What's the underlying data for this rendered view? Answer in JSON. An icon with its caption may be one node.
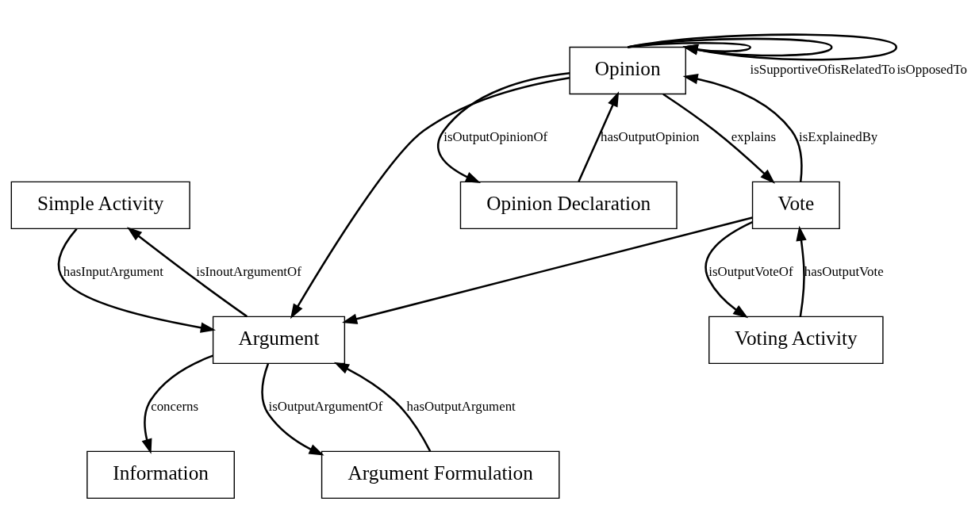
{
  "diagram": {
    "nodes": [
      {
        "text": [
          "Simple Activity"
        ]
      },
      {
        "text": [
          "Opinion"
        ]
      },
      {
        "text": [
          "Information"
        ]
      },
      {
        "text": [
          "Argument"
        ]
      },
      {
        "text": [
          "Opinion Declaration"
        ]
      },
      {
        "text": [
          "Vote"
        ]
      },
      {
        "text": [
          "Argument Formulation"
        ]
      },
      {
        "text": [
          "Voting Activity"
        ]
      }
    ],
    "edges": [
      {
        "from": 3,
        "to": 0,
        "arrow": "to",
        "label": "isInoutArgumentOf"
      },
      {
        "from": 0,
        "to": 3,
        "arrow": "to",
        "label": "hasInputArgument"
      },
      {
        "from": 1,
        "to": 1,
        "arrow": "to",
        "label": "isSupportiveOf"
      },
      {
        "from": 1,
        "to": 1,
        "arrow": "to",
        "label": "isRelatedTo"
      },
      {
        "from": 1,
        "to": 1,
        "arrow": "to",
        "label": "isOpposedTo"
      },
      {
        "from": 1,
        "to": 4,
        "arrow": "to",
        "label": "isOutputOpinionOf"
      },
      {
        "from": 4,
        "to": 1,
        "arrow": "to",
        "label": "hasOutputOpinion"
      },
      {
        "from": 3,
        "to": 2,
        "arrow": "to",
        "label": "concerns"
      },
      {
        "from": 1,
        "to": 3,
        "arrow": "to"
      },
      {
        "from": 5,
        "to": 3,
        "arrow": "to"
      },
      {
        "from": 1,
        "to": 5,
        "arrow": "to",
        "label": "explains"
      },
      {
        "from": 5,
        "to": 1,
        "arrow": "to",
        "label": "isExplainedBy"
      },
      {
        "from": 3,
        "to": 6,
        "arrow": "to",
        "label": "isOutputArgumentOf"
      },
      {
        "from": 6,
        "to": 3,
        "arrow": "to",
        "label": "hasOutputArgument"
      },
      {
        "from": 5,
        "to": 7,
        "arrow": "to",
        "label": "isOutputVoteOf"
      },
      {
        "from": 7,
        "to": 5,
        "arrow": "to",
        "label": "hasOutputVote"
      }
    ]
  }
}
